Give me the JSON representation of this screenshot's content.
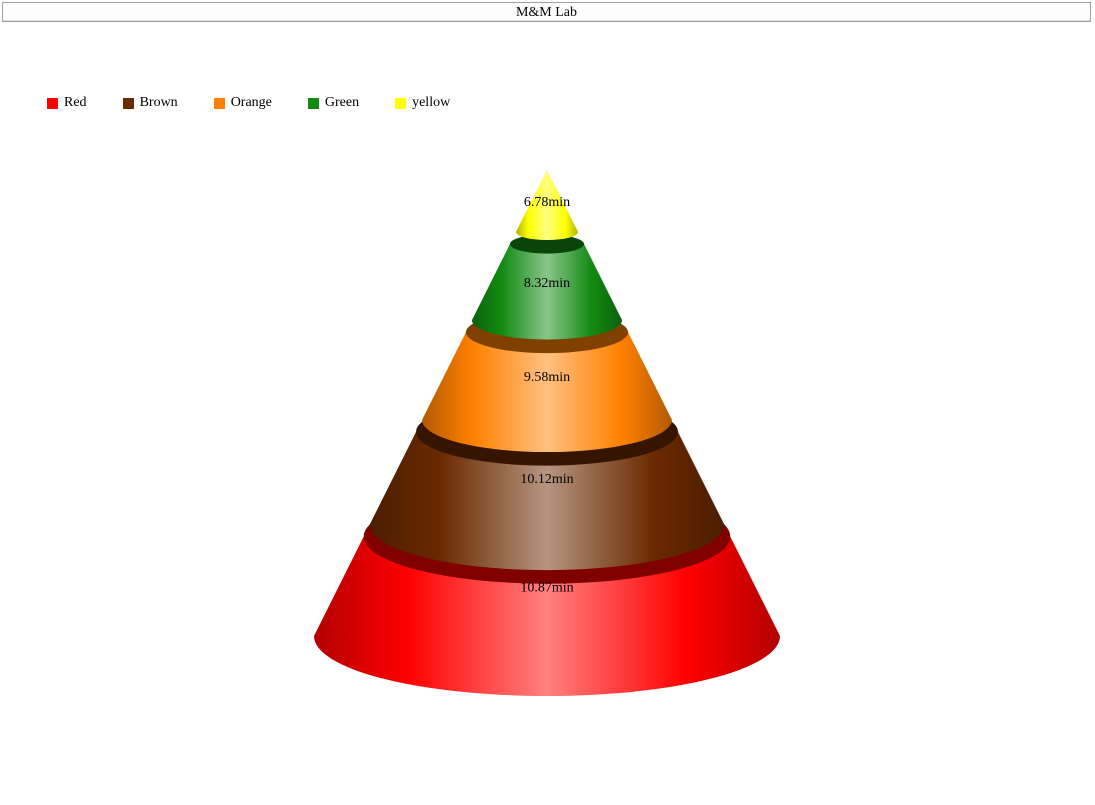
{
  "app": {
    "title": "M&M Lab"
  },
  "chart_data": {
    "type": "cone",
    "title": "M&M Lab",
    "legend_position": "top-left",
    "unit": "min",
    "categories": [
      "Red",
      "Brown",
      "Orange",
      "Green",
      "yellow"
    ],
    "values": [
      10.87,
      10.12,
      9.58,
      8.32,
      6.78
    ],
    "labels": [
      "10.87min",
      "10.12min",
      "9.58min",
      "8.32min",
      "6.78min"
    ],
    "colors": [
      "#ff0000",
      "#6b2a00",
      "#ff8000",
      "#128a12",
      "#ffff00"
    ]
  }
}
